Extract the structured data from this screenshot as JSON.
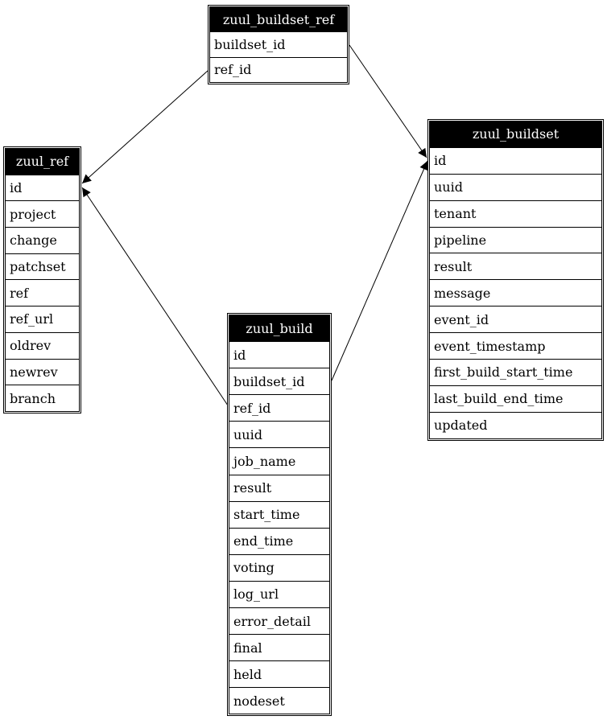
{
  "diagram": {
    "type": "entity-relationship-schema",
    "tables": [
      {
        "name": "zuul_buildset_ref",
        "columns": [
          "buildset_id",
          "ref_id"
        ]
      },
      {
        "name": "zuul_ref",
        "columns": [
          "id",
          "project",
          "change",
          "patchset",
          "ref",
          "ref_url",
          "oldrev",
          "newrev",
          "branch"
        ]
      },
      {
        "name": "zuul_buildset",
        "columns": [
          "id",
          "uuid",
          "tenant",
          "pipeline",
          "result",
          "message",
          "event_id",
          "event_timestamp",
          "first_build_start_time",
          "last_build_end_time",
          "updated"
        ]
      },
      {
        "name": "zuul_build",
        "columns": [
          "id",
          "buildset_id",
          "ref_id",
          "uuid",
          "job_name",
          "result",
          "start_time",
          "end_time",
          "voting",
          "log_url",
          "error_detail",
          "final",
          "held",
          "nodeset"
        ]
      }
    ],
    "relationships": [
      {
        "from": "zuul_buildset_ref.buildset_id",
        "to": "zuul_buildset.id"
      },
      {
        "from": "zuul_buildset_ref.ref_id",
        "to": "zuul_ref.id"
      },
      {
        "from": "zuul_build.buildset_id",
        "to": "zuul_buildset.id"
      },
      {
        "from": "zuul_build.ref_id",
        "to": "zuul_ref.id"
      }
    ],
    "colors": {
      "header_bg": "#000000",
      "header_text": "#ffffff",
      "row_bg": "#ffffff",
      "row_text": "#000000",
      "border": "#000000",
      "background": "#ffffff",
      "edge": "#000000"
    }
  }
}
